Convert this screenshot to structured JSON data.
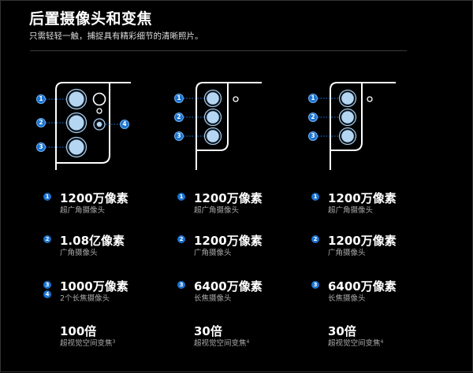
{
  "header": {
    "title": "后置摄像头和变焦",
    "subtitle": "只需轻轻一触，捕捉具有精彩细节的清晰照片。"
  },
  "diagrams": [
    {
      "badges": [
        "1",
        "2",
        "3",
        "4"
      ]
    },
    {
      "badges": [
        "1",
        "2",
        "3"
      ]
    },
    {
      "badges": [
        "1",
        "2",
        "3"
      ]
    }
  ],
  "columns": [
    {
      "specs": [
        {
          "badges": [
            "1"
          ],
          "headline": "1200万像素",
          "sub": "超广角摄像头"
        },
        {
          "badges": [
            "2"
          ],
          "headline": "1.08亿像素",
          "sub": "广角摄像头"
        },
        {
          "badges": [
            "3",
            "4"
          ],
          "headline": "1000万像素",
          "sub": "2个长焦摄像头"
        }
      ],
      "zoom": {
        "headline": "100倍",
        "sub": "超视觉空间变焦",
        "footnote": "3"
      }
    },
    {
      "specs": [
        {
          "badges": [
            "1"
          ],
          "headline": "1200万像素",
          "sub": "超广角摄像头"
        },
        {
          "badges": [
            "2"
          ],
          "headline": "1200万像素",
          "sub": "广角摄像头"
        },
        {
          "badges": [
            "3"
          ],
          "headline": "6400万像素",
          "sub": "长焦摄像头"
        }
      ],
      "zoom": {
        "headline": "30倍",
        "sub": "超视觉空间变焦",
        "footnote": "4"
      }
    },
    {
      "specs": [
        {
          "badges": [
            "1"
          ],
          "headline": "1200万像素",
          "sub": "超广角摄像头"
        },
        {
          "badges": [
            "2"
          ],
          "headline": "1200万像素",
          "sub": "广角摄像头"
        },
        {
          "badges": [
            "3"
          ],
          "headline": "6400万像素",
          "sub": "长焦摄像头"
        }
      ],
      "zoom": {
        "headline": "30倍",
        "sub": "超视觉空间变焦",
        "footnote": "4"
      }
    }
  ],
  "colors": {
    "accent": "#1a73d0",
    "lens": "#b5d6f2",
    "background": "#000000"
  }
}
